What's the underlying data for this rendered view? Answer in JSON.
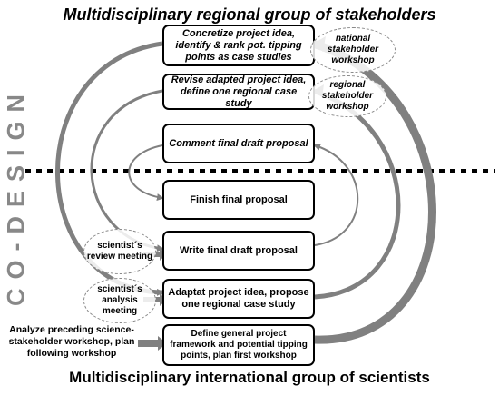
{
  "titles": {
    "top": "Multidisciplinary regional group of stakeholders",
    "bottom": "Multidisciplinary international group of scientists"
  },
  "side_label": "CO-DESIGN",
  "boxes": [
    {
      "id": "b1",
      "text": "Concretize project idea, identify & rank pot. tipping points as case studies"
    },
    {
      "id": "b2",
      "text": "Revise adapted project idea, define one regional case study"
    },
    {
      "id": "b3",
      "text": "Comment final draft proposal"
    },
    {
      "id": "b4",
      "text": "Finish final proposal"
    },
    {
      "id": "b5",
      "text": "Write final draft proposal"
    },
    {
      "id": "b6",
      "text": "Adaptat project idea, propose one regional case study"
    },
    {
      "id": "b7",
      "text": "Define general project framework and potential tipping points, plan first workshop"
    }
  ],
  "ellipses": {
    "national": "national stakeholder workshop",
    "regional": "regional stakeholder workshop",
    "review": "scientist´s review meeting",
    "analysis": "scientist´s analysis meeting"
  },
  "analyze_text": "Analyze preceding science-stakeholder workshop, plan following workshop"
}
